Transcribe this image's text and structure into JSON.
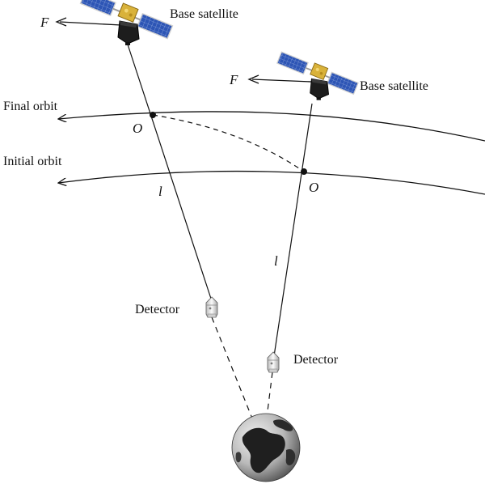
{
  "labels": {
    "force_1": "F",
    "force_2": "F",
    "satellite_1": "Base satellite",
    "satellite_2": "Base satellite",
    "final_orbit": "Final orbit",
    "initial_orbit": "Initial orbit",
    "point_o_1": "O",
    "point_o_2": "O",
    "tether_length_1": "l",
    "tether_length_2": "l",
    "detector_1": "Detector",
    "detector_2": "Detector"
  },
  "icons": {
    "satellite": "satellite-icon",
    "detector": "detector-capsule-icon",
    "earth": "earth-icon"
  },
  "colors": {
    "line": "#111111",
    "panel": "#2a4ea8",
    "panel_frame": "#c9c9c9",
    "satellite_body": "#1c1c1c",
    "gold": "#d9b23a",
    "earth_light": "#d8d8d8",
    "earth_dark": "#1e1e1e"
  }
}
